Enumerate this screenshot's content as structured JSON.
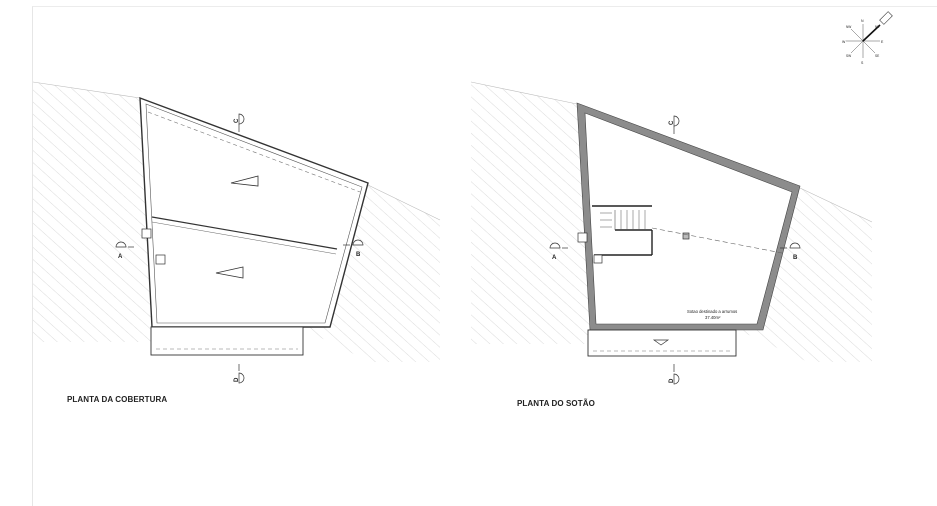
{
  "plans": {
    "roof": {
      "title": "PLANTA DA COBERTURA"
    },
    "attic": {
      "title": "PLANTA DO SOTÃO",
      "room_name": "Sotao destinado a arrumos",
      "room_area": "37.40m²"
    }
  },
  "sections": {
    "a": "A",
    "b": "B",
    "c": "C",
    "d": "D"
  },
  "compass": {
    "north": "N",
    "south": "S",
    "east": "E",
    "west": "W",
    "ne": "NE",
    "nw": "NW",
    "se": "SE",
    "sw": "SW"
  },
  "colors": {
    "line": "#333333",
    "wall": "#8a8a8a",
    "hatch": "#bdbdbd"
  }
}
